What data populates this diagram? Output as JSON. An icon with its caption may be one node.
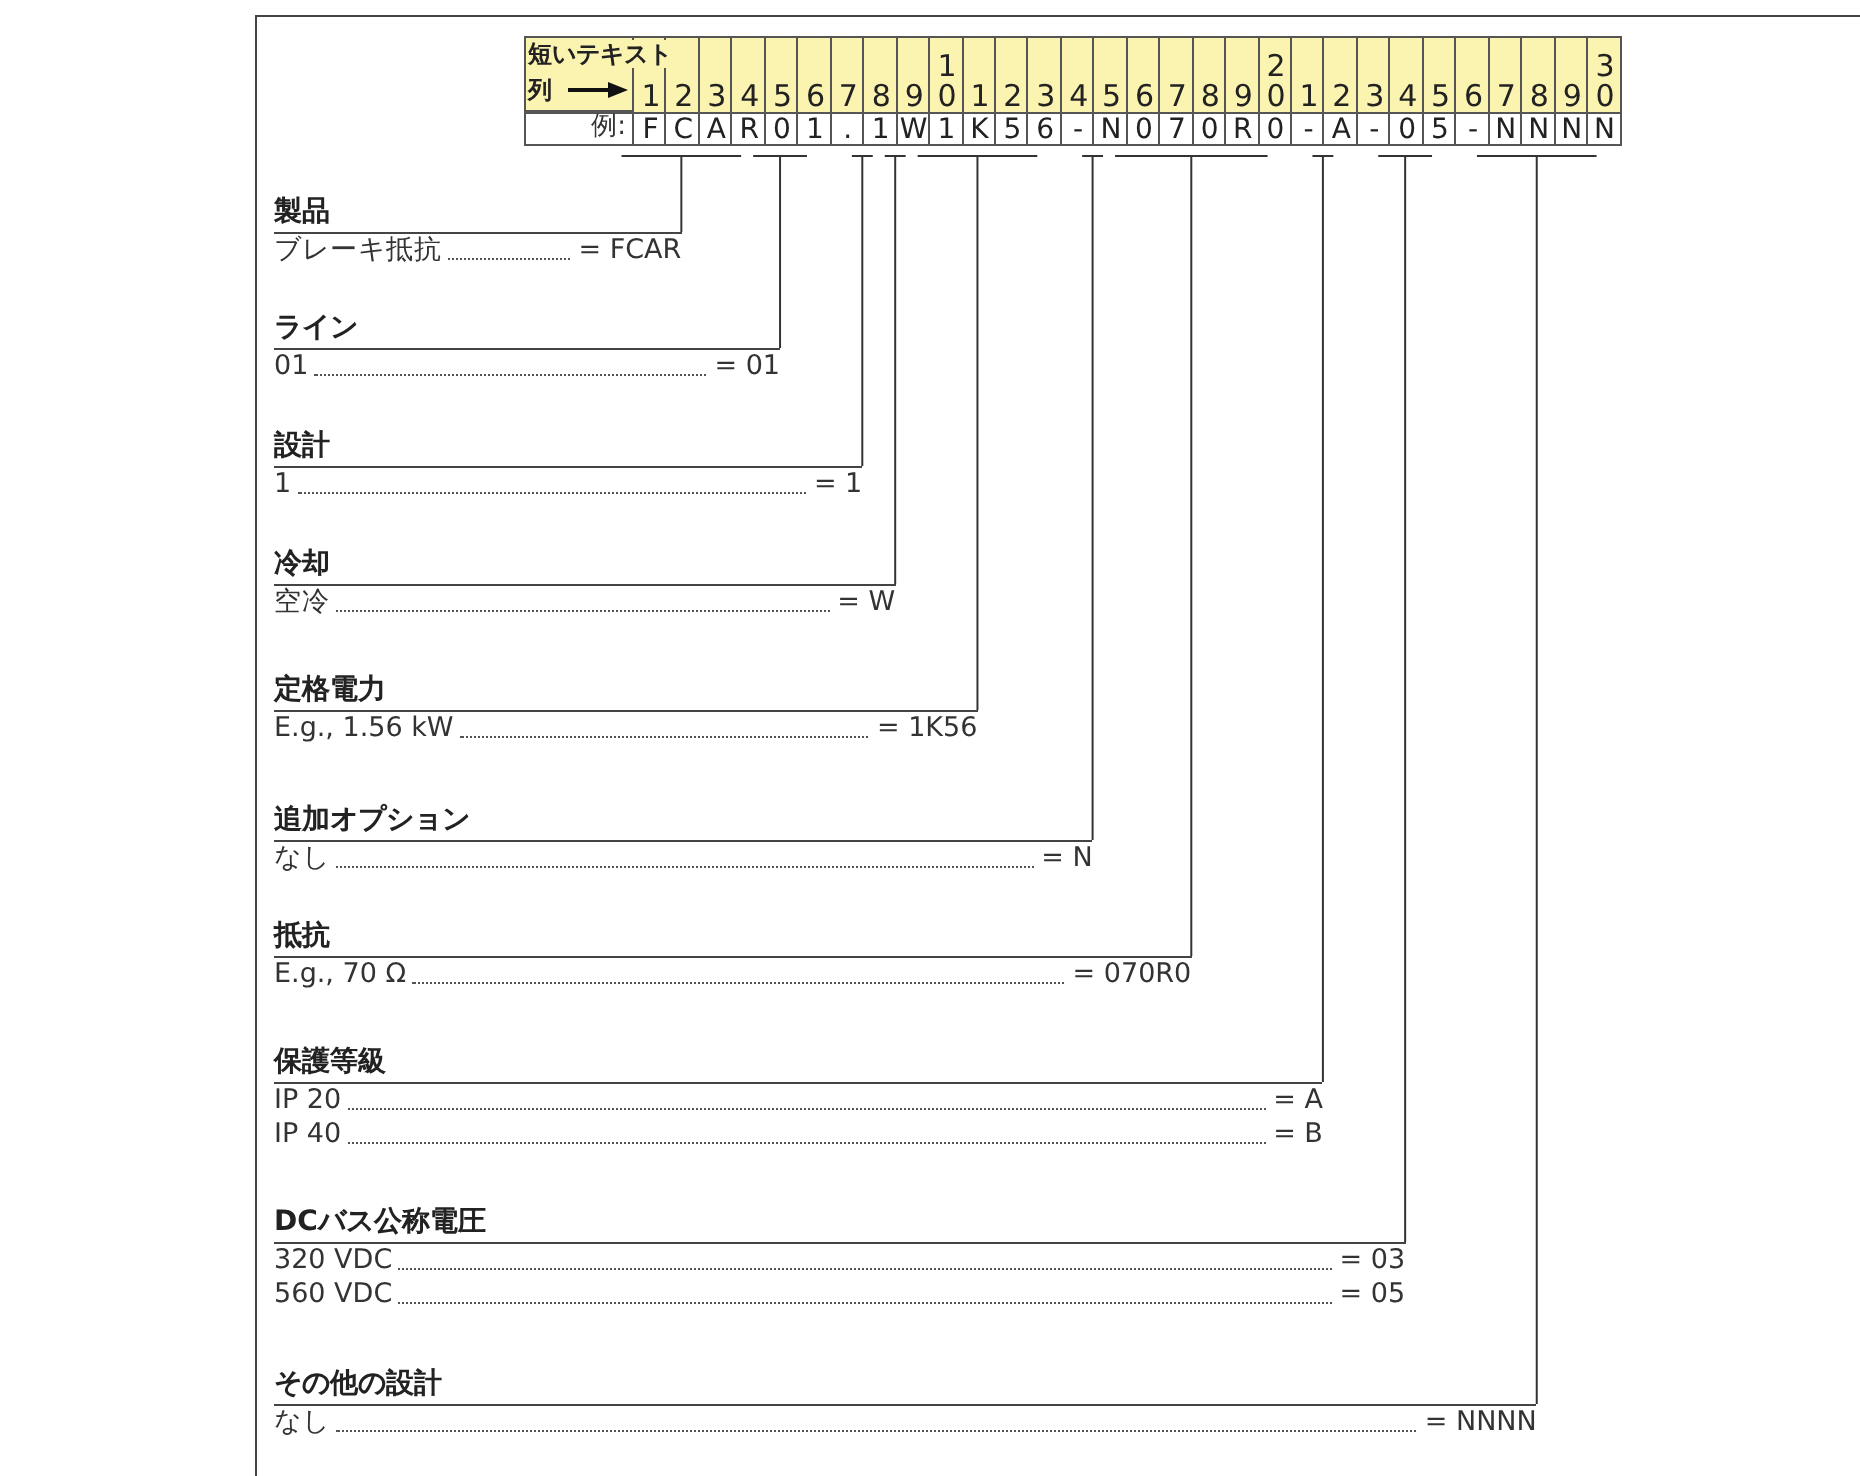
{
  "diagram": {
    "nodes": [
      {
        "text": [
          "製品",
          "ブレーキ抵抗",
          "= FCAR"
        ]
      },
      {
        "text": [
          "ライン",
          "01",
          "= 01"
        ]
      },
      {
        "text": [
          "設計",
          "1",
          "=  1"
        ]
      },
      {
        "text": [
          "冷却",
          "空冷",
          "= W"
        ]
      },
      {
        "text": [
          "定格電力",
          "E.g., 1.56 kW",
          "=  1K56"
        ]
      },
      {
        "text": [
          "追加オプション",
          "なし",
          "=  N"
        ]
      },
      {
        "text": [
          "抵抗",
          "E.g., 70 Ω",
          "=  070R0"
        ]
      },
      {
        "text": [
          "保護等級",
          "IP 20",
          "=  A",
          "IP 40",
          "=  B"
        ]
      },
      {
        "text": [
          "DCバス公称電圧",
          "320 VDC",
          "= 03",
          "560 VDC",
          "= 05"
        ]
      },
      {
        "text": [
          "その他の設計",
          "なし",
          "= NNNN"
        ]
      }
    ],
    "edges": [
      {
        "from": 0,
        "to": null,
        "arrow": "none"
      },
      {
        "from": 1,
        "to": null,
        "arrow": "none"
      },
      {
        "from": 2,
        "to": null,
        "arrow": "none"
      },
      {
        "from": 3,
        "to": null,
        "arrow": "none"
      },
      {
        "from": 4,
        "to": null,
        "arrow": "none"
      },
      {
        "from": 5,
        "to": null,
        "arrow": "none"
      },
      {
        "from": 6,
        "to": null,
        "arrow": "none"
      },
      {
        "from": 7,
        "to": null,
        "arrow": "none"
      },
      {
        "from": 8,
        "to": null,
        "arrow": "none"
      },
      {
        "from": 9,
        "to": null,
        "arrow": "none"
      }
    ],
    "labels": [
      "短いテキスト",
      "列",
      "1",
      "2",
      "3",
      "4",
      "5",
      "6",
      "7",
      "8",
      "9",
      "10",
      "1",
      "2",
      "3",
      "4",
      "5",
      "6",
      "7",
      "8",
      "9",
      "20",
      "1",
      "2",
      "3",
      "4",
      "5",
      "6",
      "7",
      "8",
      "9",
      "30",
      "例:",
      "F",
      "C",
      "A",
      "R",
      "0",
      "1",
      ".",
      "1",
      "W",
      "1",
      "K",
      "5",
      "6",
      "-",
      "N",
      "0",
      "7",
      "0",
      "R",
      "0",
      "-",
      "A",
      "-",
      "0",
      "5",
      "-",
      "N",
      "N",
      "N",
      "N"
    ]
  }
}
